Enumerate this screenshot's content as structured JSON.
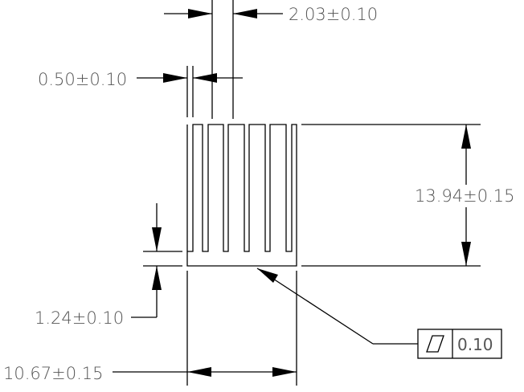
{
  "dimensions": {
    "fin_pitch": "2.03±0.10",
    "fin_thickness": "0.50±0.10",
    "height": "13.94±0.15",
    "base_thickness": "1.24±0.10",
    "width": "10.67±0.15"
  },
  "flatness_callout": {
    "symbol": "flatness-symbol",
    "tolerance": "0.10"
  }
}
